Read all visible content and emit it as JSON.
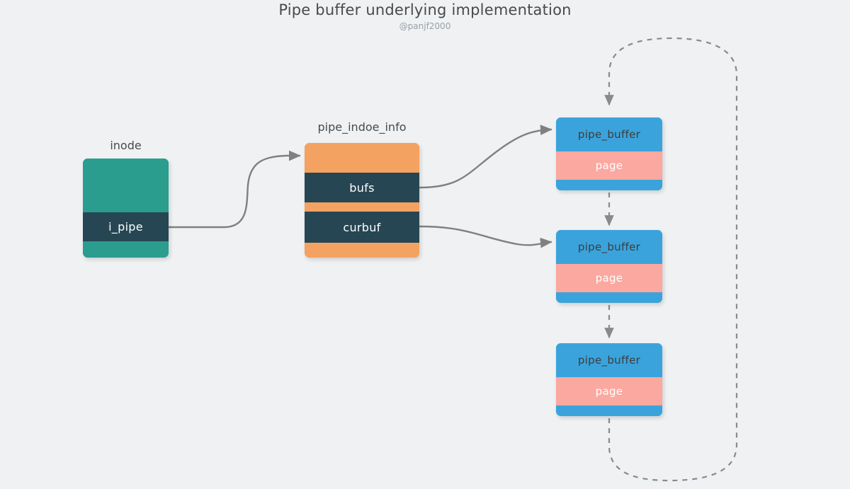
{
  "header": {
    "title": "Pipe buffer underlying implementation",
    "subtitle": "@panjf2000"
  },
  "theme": {
    "background": "#eff1f3",
    "teal": "#2a9d8f",
    "navy": "#264653",
    "orange": "#f4a261",
    "blue": "#3ba3dc",
    "pink": "#fba8a0",
    "edge_gray": "#808080",
    "title_gray": "#4a4a4a",
    "subtitle_gray": "#9aa0a6"
  },
  "nodes": {
    "inode": {
      "caption": "inode",
      "field": "i_pipe"
    },
    "pipe_inode_info": {
      "caption": "pipe_indoe_info",
      "field_bufs": "bufs",
      "field_curbuf": "curbuf"
    },
    "pipe_buffers": [
      {
        "title": "pipe_buffer",
        "field_page": "page"
      },
      {
        "title": "pipe_buffer",
        "field_page": "page"
      },
      {
        "title": "pipe_buffer",
        "field_page": "page"
      }
    ]
  },
  "edges": [
    {
      "name": "i_pipe-to-pipe_inode_info",
      "style": "solid",
      "arrow": true
    },
    {
      "name": "bufs-to-pipe_buffer-1",
      "style": "solid",
      "arrow": true
    },
    {
      "name": "curbuf-to-pipe_buffer-2",
      "style": "solid",
      "arrow": true
    },
    {
      "name": "pipe_buffer-1-to-pipe_buffer-2",
      "style": "dashed",
      "arrow": true
    },
    {
      "name": "pipe_buffer-2-to-pipe_buffer-3",
      "style": "dashed",
      "arrow": true
    },
    {
      "name": "pipe_buffer-3-loop-to-pipe_buffer-1",
      "style": "dashed",
      "arrow": true
    }
  ]
}
